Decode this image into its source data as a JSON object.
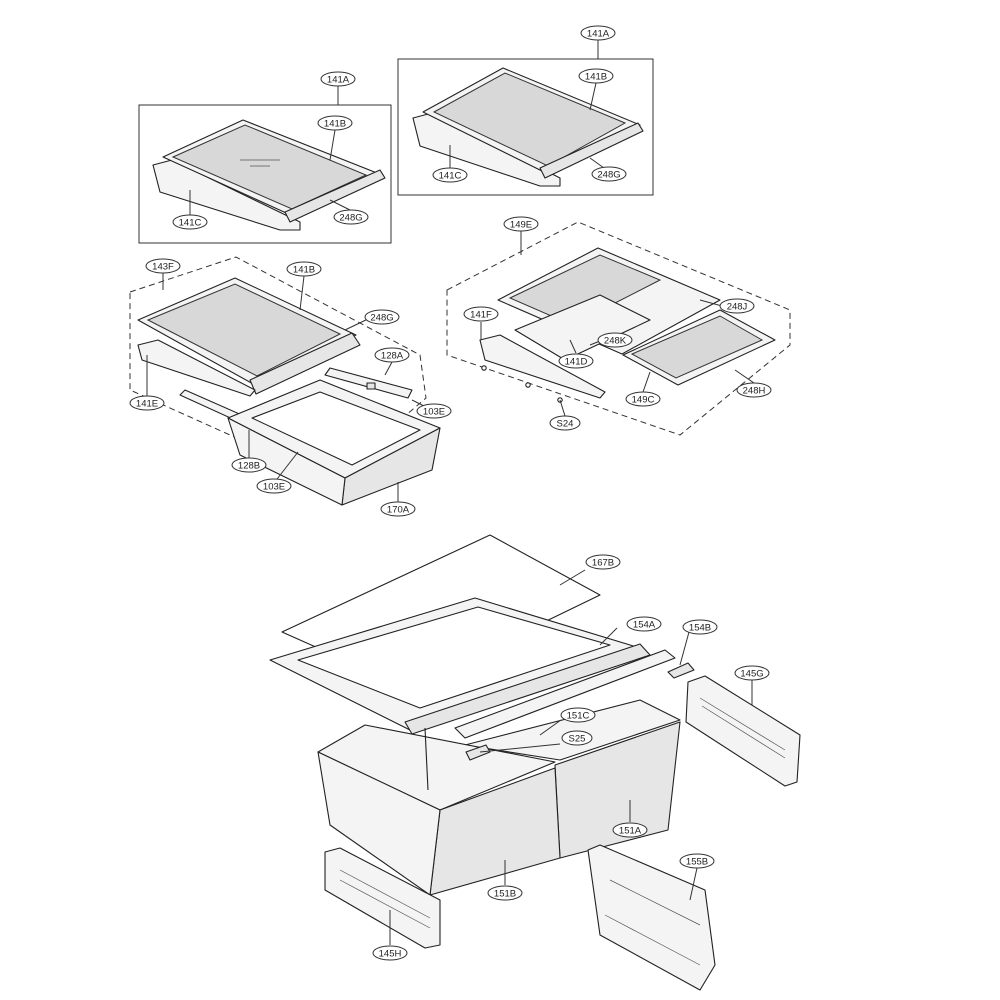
{
  "labels": {
    "l141A_1": "141A",
    "l141B_1": "141B",
    "l141C_1": "141C",
    "l248G_1": "248G",
    "l141A_2": "141A",
    "l141B_2": "141B",
    "l141C_2": "141C",
    "l248G_2": "248G",
    "l143F": "143F",
    "l141B_3": "141B",
    "l248G_3": "248G",
    "l128A": "128A",
    "l141E": "141E",
    "l103E_1": "103E",
    "l128B": "128B",
    "l103E_2": "103E",
    "l170A": "170A",
    "l149E": "149E",
    "l248J": "248J",
    "l141F": "141F",
    "l248K": "248K",
    "l141D": "141D",
    "l149C": "149C",
    "l248H": "248H",
    "lS24": "S24",
    "l167B": "167B",
    "l154A": "154A",
    "l154B": "154B",
    "l145G": "145G",
    "l151C": "151C",
    "lS25": "S25",
    "l151A": "151A",
    "l155B": "155B",
    "l151B": "151B",
    "l145H": "145H"
  }
}
